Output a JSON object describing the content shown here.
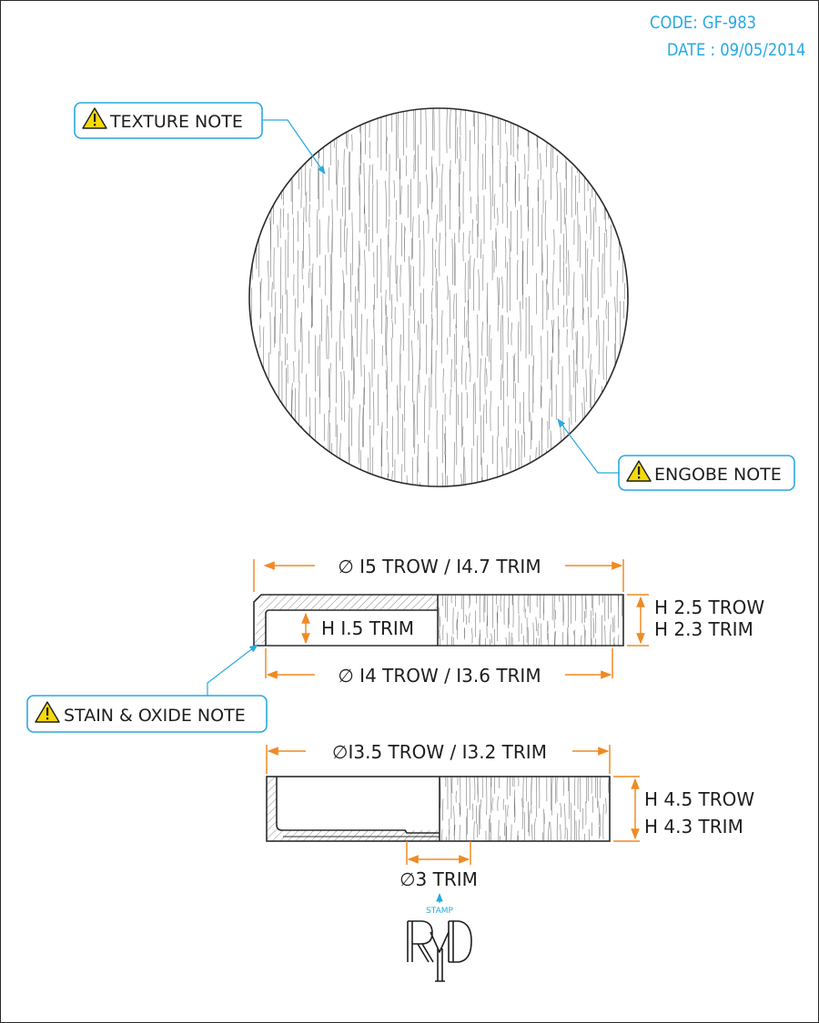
{
  "header": {
    "code": "CODE: GF-983",
    "date": "DATE : 09/05/2014"
  },
  "callouts": {
    "texture": "TEXTURE NOTE",
    "engobe": "ENGOBE NOTE",
    "stain": "STAIN & OXIDE NOTE",
    "warning_icon": "warning-triangle-icon"
  },
  "dimensions": {
    "lid_outer_diameter": "∅ I5 TROW / I4.7 TRIM",
    "lid_flange_height": "H I.5 TRIM",
    "lid_height_trow": "H 2.5 TROW",
    "lid_height_trim": "H 2.3 TRIM",
    "lid_inner_diameter": "∅ I4 TROW / I3.6 TRIM",
    "base_diameter": "∅I3.5 TROW / I3.2 TRIM",
    "base_height_trow": "H 4.5 TROW",
    "base_height_trim": "H 4.3 TRIM",
    "foot_diameter": "∅3 TRIM"
  },
  "stamp": {
    "label": "STAMP",
    "logo_text": "RMD"
  },
  "colors": {
    "callout_blue": "#27a9e1",
    "dimension_orange": "#f08a24",
    "line_dark": "#2b2b2b",
    "warning_yellow": "#f5d90a"
  }
}
